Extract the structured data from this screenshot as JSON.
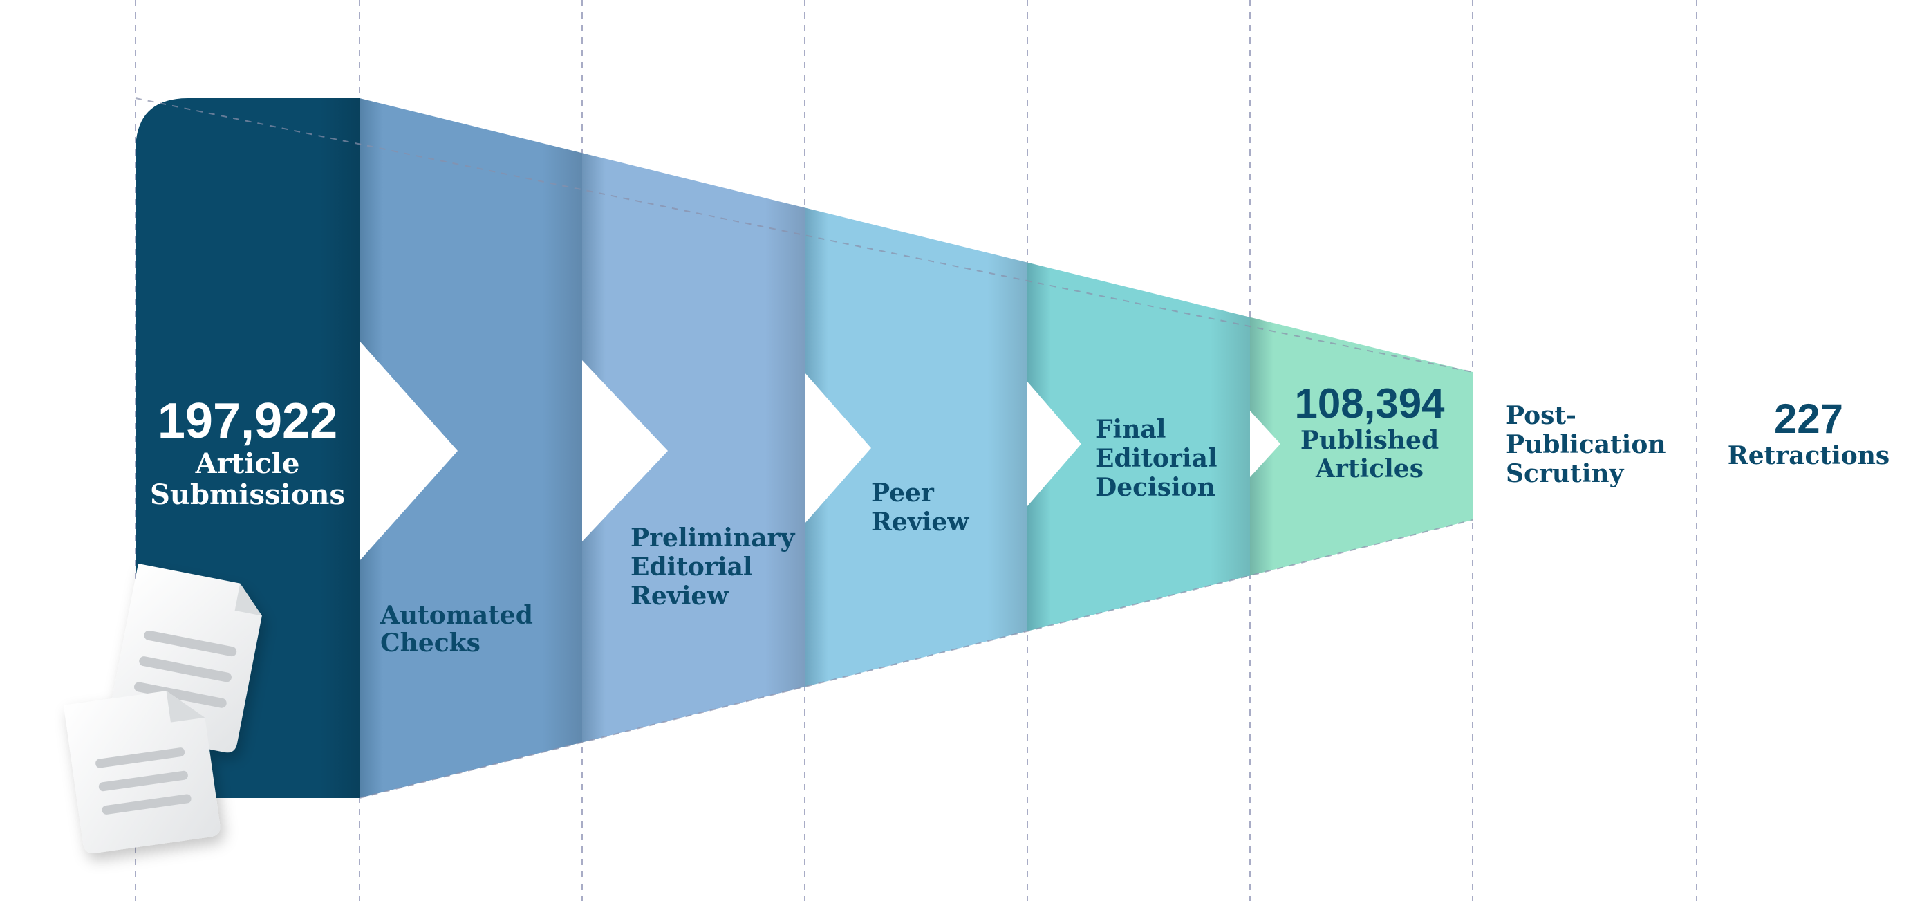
{
  "stages": [
    {
      "name": "Article Submissions",
      "lines": [
        "Article",
        "Submissions"
      ],
      "value_text": "197,922",
      "color": "#0a4a6a"
    },
    {
      "name": "Automated Checks",
      "lines": [
        "Automated",
        "Checks"
      ],
      "color": "#6f9dc7"
    },
    {
      "name": "Preliminary Editorial Review",
      "lines": [
        "Preliminary",
        "Editorial",
        "Review"
      ],
      "color": "#8fb5dc"
    },
    {
      "name": "Peer Review",
      "lines": [
        "Peer",
        "Review"
      ],
      "color": "#90cbe6"
    },
    {
      "name": "Final Editorial Decision",
      "lines": [
        "Final",
        "Editorial",
        "Decision"
      ],
      "color": "#80d4d6"
    },
    {
      "name": "Published Articles",
      "lines": [
        "Published",
        "Articles"
      ],
      "value_text": "108,394",
      "color": "#97e2c7"
    },
    {
      "name": "Post-Publication Scrutiny",
      "lines": [
        "Post-",
        "Publication",
        "Scrutiny"
      ]
    },
    {
      "name": "Retractions",
      "lines": [
        "Retractions"
      ],
      "value_text": "227"
    }
  ],
  "colors": {
    "text_dark": "#0b4a6b",
    "text_light": "#ffffff",
    "gridline": "#a8acc6",
    "chevron": "#ffffff"
  },
  "icons": {
    "decoration": "document-stack-icon"
  }
}
